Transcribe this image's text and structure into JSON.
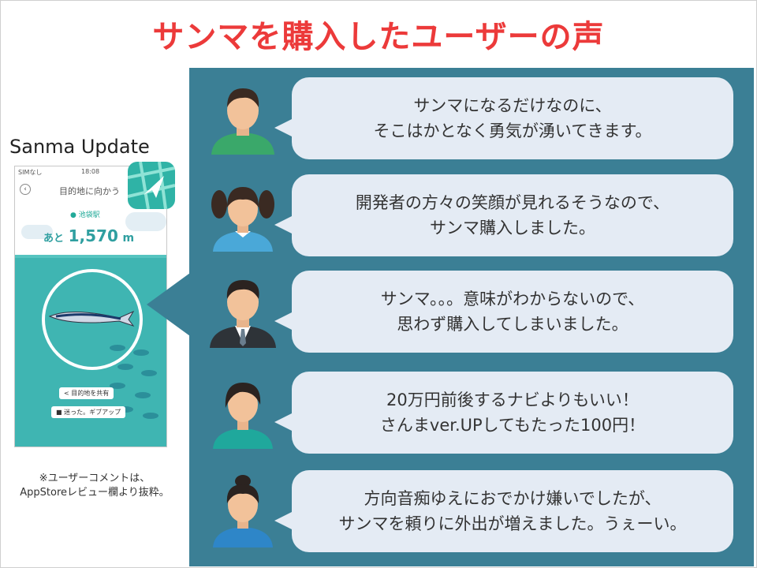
{
  "title": "サンマを購入したユーザーの声",
  "app_label": "Sanma Update",
  "phone": {
    "carrier": "SIMなし",
    "time": "18:08",
    "nav_title": "目的地に向かう",
    "station": "池袋駅",
    "distance_prefix": "あと",
    "distance_value": "1,570",
    "distance_unit": "m",
    "share_button": "目的地を共有",
    "giveup_button": "迷った。ギブアップ"
  },
  "caption": {
    "line1": "※ユーザーコメントは、",
    "line2": "AppStoreレビュー欄より抜粋。"
  },
  "colors": {
    "title": "#ec3a3a",
    "panel": "#3b7f95",
    "bubble": "#e4ebf4",
    "sea": "#3fb5b2"
  },
  "reviews": [
    {
      "avatar": "man-green-shirt-icon",
      "lines": [
        "サンマになるだけなのに、",
        "そこはかとなく勇気が湧いてきます。"
      ]
    },
    {
      "avatar": "girl-pigtails-icon",
      "lines": [
        "開発者の方々の笑顔が見れるそうなので、",
        "サンマ購入しました。"
      ]
    },
    {
      "avatar": "man-suit-icon",
      "lines": [
        "サンマ。。。意味がわからないので、",
        "思わず購入してしまいました。"
      ]
    },
    {
      "avatar": "woman-short-hair-icon",
      "lines": [
        "20万円前後するナビよりもいい！",
        "さんまver.UPしてもたった100円！"
      ]
    },
    {
      "avatar": "woman-bun-icon",
      "lines": [
        "方向音痴ゆえにおでかけ嫌いでしたが、",
        "サンマを頼りに外出が増えました。うぇーい。"
      ]
    }
  ]
}
